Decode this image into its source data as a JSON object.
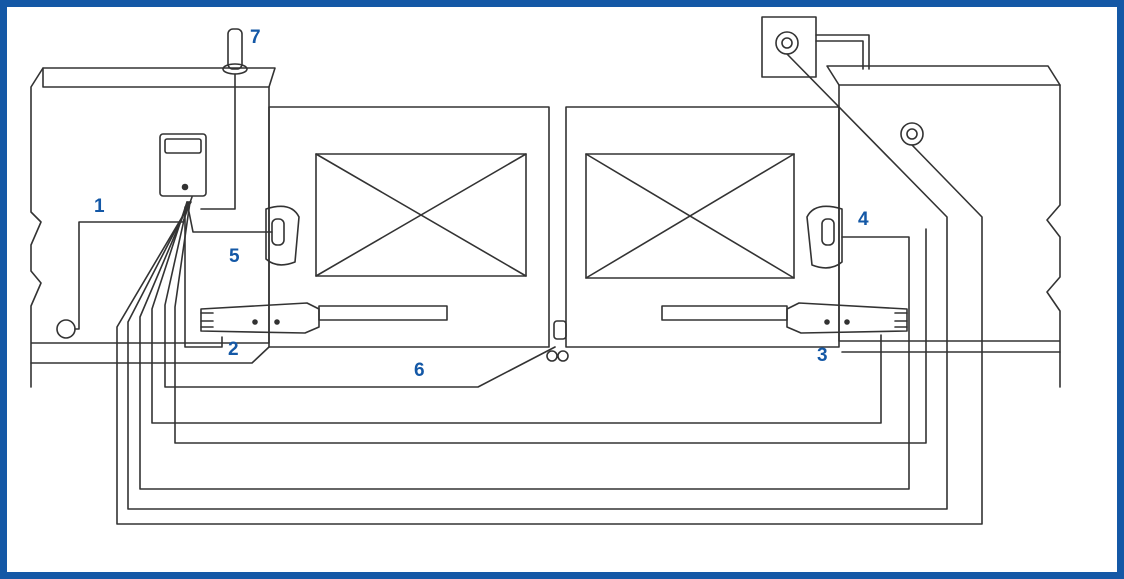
{
  "colors": {
    "frame": "#1458a6",
    "label": "#1458a6",
    "line": "#333333"
  },
  "components": [
    {
      "id": "1",
      "icon": "key-selector-icon"
    },
    {
      "id": "2",
      "icon": "gate-actuator-icon"
    },
    {
      "id": "3",
      "icon": "gate-actuator-icon"
    },
    {
      "id": "4",
      "icon": "photocell-icon"
    },
    {
      "id": "5",
      "icon": "photocell-icon"
    },
    {
      "id": "6",
      "icon": "ground-lock-icon"
    },
    {
      "id": "7",
      "icon": "antenna-flashing-light-icon"
    }
  ],
  "extra_icons": [
    "control-unit-icon",
    "photocell-post-icon"
  ]
}
